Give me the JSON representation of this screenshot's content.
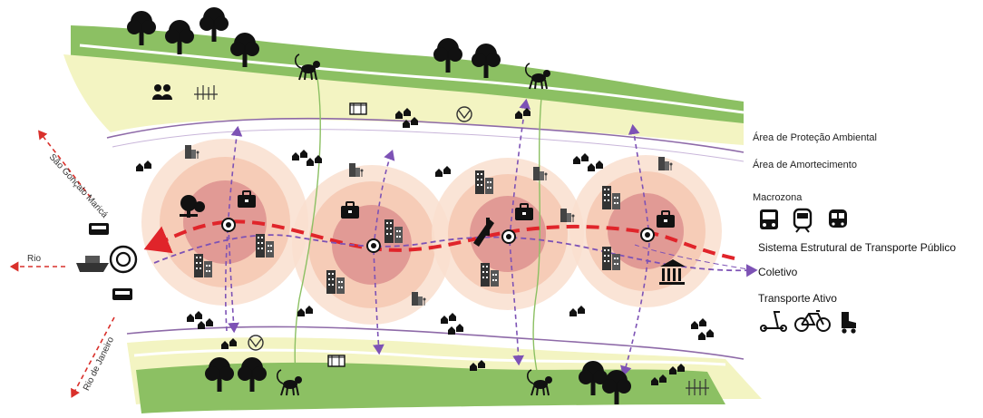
{
  "legend": {
    "apa": "Área de Proteção Ambiental",
    "amortecimento": "Área de Amortecimento",
    "macrozona": "Macrozona",
    "sistema_estrutural": "Sistema Estrutural de Transporte Público",
    "coletivo": "Coletivo",
    "transporte_ativo": "Transporte Ativo"
  },
  "directions": {
    "sao_goncalo_marica": "São Gonçalo Maricá",
    "rio": "Rio",
    "rio_de_janeiro": "Rio de Janeiro"
  },
  "colors": {
    "green_band": "#8cc063",
    "yellow_band": "#f3f4c2",
    "buffer_line": "#8e6aa8",
    "ring_outer": "#f9dfcf",
    "ring_mid": "#f0b8a6",
    "ring_core": "#d9898a",
    "main_axis": "#e0242a",
    "secondary_axis": "#7d52b5",
    "edge_arrow": "#d9302b"
  },
  "icons": {
    "collective_modes": [
      "bus-icon",
      "train-icon",
      "metro-icon"
    ],
    "active_modes": [
      "scooter-icon",
      "bicycle-icon",
      "rollerskate-icon"
    ]
  }
}
